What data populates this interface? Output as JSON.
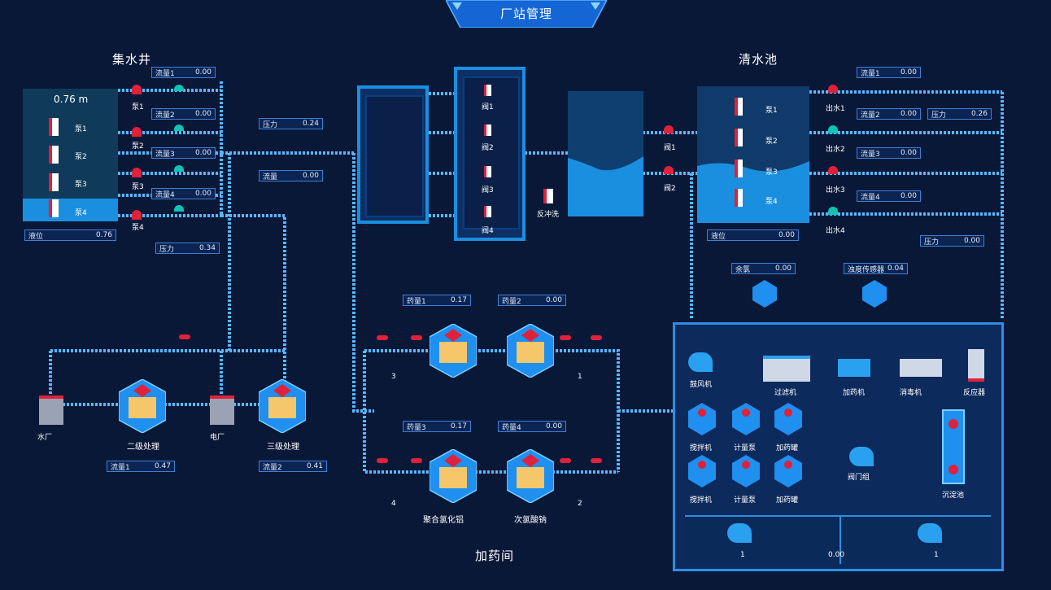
{
  "header": {
    "title": "厂站管理"
  },
  "sections": {
    "well": "集水井",
    "clear_pool": "清水池",
    "dosing_room": "加药间"
  },
  "well": {
    "level": "0.76 m",
    "pumps": [
      {
        "label": "泵1"
      },
      {
        "label": "泵2"
      },
      {
        "label": "泵3"
      },
      {
        "label": "泵4"
      }
    ],
    "readings": [
      {
        "key": "流量1",
        "value": "0.00"
      },
      {
        "key": "流量2",
        "value": "0.00"
      },
      {
        "key": "流量3",
        "value": "0.00"
      },
      {
        "key": "流量4",
        "value": "0.00"
      }
    ],
    "row_labels": [
      "泵1",
      "泵2",
      "泵3",
      "泵4"
    ],
    "level_reading": {
      "key": "液位",
      "value": "0.76"
    }
  },
  "main_line": {
    "pressure": {
      "key": "压力",
      "value": "0.24"
    },
    "flow": {
      "key": "流量",
      "value": "0.00"
    },
    "pressure2": {
      "key": "压力",
      "value": "0.34"
    }
  },
  "filter": {
    "valves": [
      "阀1",
      "阀2",
      "阀3",
      "阀4"
    ],
    "backwash_label": "反冲洗"
  },
  "clear_pool": {
    "pumps": [
      "泵1",
      "泵2",
      "泵3",
      "泵4"
    ],
    "valve_labels": [
      "阀1",
      "阀2"
    ],
    "out_labels": [
      "出水1",
      "出水2",
      "出水3",
      "出水4"
    ],
    "readings": [
      {
        "key": "流量1",
        "value": "0.00"
      },
      {
        "key": "流量2",
        "value": "0.00"
      },
      {
        "key": "流量3",
        "value": "0.00"
      },
      {
        "key": "流量4",
        "value": "0.00"
      }
    ],
    "extra_reading": {
      "key": "压力",
      "value": "0.26"
    },
    "level_reading": {
      "key": "液位",
      "value": "0.00"
    },
    "out_pressure": {
      "key": "压力",
      "value": "0.00"
    },
    "residual": {
      "key": "余氯",
      "value": "0.00"
    },
    "turbidity": {
      "key": "浊度传感器",
      "value": "0.04"
    }
  },
  "lower_left": {
    "machines": [
      {
        "label": "水厂"
      },
      {
        "label": "二级处理"
      },
      {
        "label": "电厂"
      },
      {
        "label": "三级处理"
      }
    ],
    "readings": [
      {
        "key": "流量1",
        "value": "0.47"
      },
      {
        "key": "流量2",
        "value": "0.41"
      }
    ]
  },
  "dosing": {
    "readings": [
      {
        "key": "药量1",
        "value": "0.17"
      },
      {
        "key": "药量2",
        "value": "0.00"
      },
      {
        "key": "药量3",
        "value": "0.17"
      },
      {
        "key": "药量4",
        "value": "0.00"
      }
    ],
    "numbers": [
      "3",
      "1",
      "4",
      "2"
    ],
    "tank_labels": [
      "聚合氯化铝",
      "次氯酸钠"
    ]
  },
  "panel": {
    "top_row": [
      "鼓风机",
      "过滤机",
      "加药机",
      "消毒机",
      "反应器"
    ],
    "grid_labels": [
      "搅拌机",
      "计量泵",
      "加药罐",
      "搅拌机",
      "计量泵",
      "加药罐"
    ],
    "mid_label": "阀门组",
    "tower_label": "沉淀池",
    "bottom": {
      "left": "1",
      "right": "1",
      "center": "0.00"
    }
  },
  "colors": {
    "background": "#0a1838",
    "pipe": "#56b8ff",
    "tank_fill": "#1a8fe0",
    "valve_red": "#e0213a",
    "valve_teal": "#12c3b5"
  }
}
